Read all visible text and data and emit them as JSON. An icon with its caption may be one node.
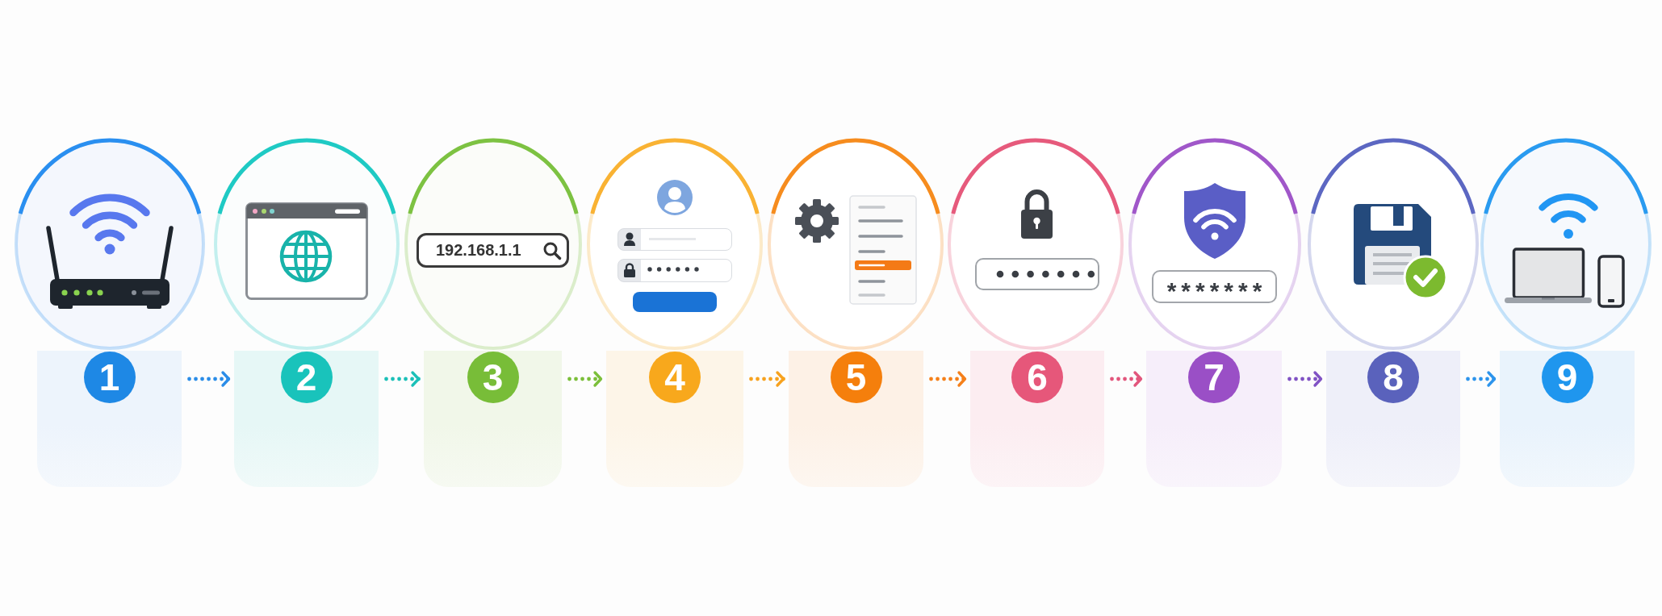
{
  "diagram": {
    "nodes": [
      {
        "text": [],
        "shape": "box"
      },
      {
        "text": [
          "1"
        ],
        "in": 0
      },
      {
        "text": [],
        "shape": "box"
      },
      {
        "text": [
          "2"
        ],
        "in": 2
      },
      {
        "text": [],
        "shape": "box"
      },
      {
        "text": [
          "3"
        ],
        "in": 4
      },
      {
        "text": [],
        "shape": "box"
      },
      {
        "text": [
          "4"
        ],
        "in": 6
      },
      {
        "text": [],
        "shape": "box"
      },
      {
        "text": [
          "5"
        ],
        "in": 8
      },
      {
        "text": [],
        "shape": "box"
      },
      {
        "text": [
          "6"
        ],
        "in": 10
      },
      {
        "text": [],
        "shape": "box"
      },
      {
        "text": [
          "7"
        ],
        "in": 12
      },
      {
        "text": [],
        "shape": "box"
      },
      {
        "text": [
          "8"
        ],
        "in": 14
      },
      {
        "text": [],
        "shape": "box"
      },
      {
        "text": [
          "9"
        ],
        "in": 16
      }
    ],
    "edges": [
      {
        "from": 0,
        "to": 2,
        "arrow": "to",
        "style": "dashed",
        "color": "#2b8de8"
      },
      {
        "from": 2,
        "to": 4,
        "arrow": "to",
        "style": "dashed",
        "color": "#1cc0b8"
      },
      {
        "from": 4,
        "to": 6,
        "arrow": "to",
        "style": "dashed",
        "color": "#7bbf3a"
      },
      {
        "from": 6,
        "to": 8,
        "arrow": "to",
        "style": "dashed",
        "color": "#f7a21f"
      },
      {
        "from": 8,
        "to": 10,
        "arrow": "to",
        "style": "dashed",
        "color": "#f5801a"
      },
      {
        "from": 10,
        "to": 12,
        "arrow": "to",
        "style": "dashed",
        "color": "#e2567c"
      },
      {
        "from": 12,
        "to": 14,
        "arrow": "to",
        "style": "dashed",
        "color": "#8052c4"
      },
      {
        "from": 14,
        "to": 16,
        "arrow": "to",
        "style": "dashed",
        "color": "#2d94ec"
      }
    ],
    "labels": [
      "192.168.1.1",
      "*******"
    ]
  }
}
